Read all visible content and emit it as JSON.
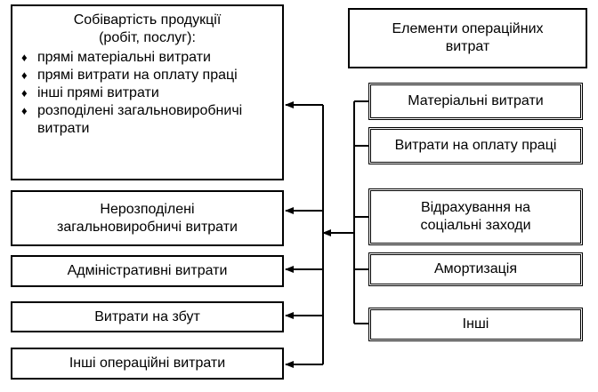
{
  "cost_box": {
    "title_line1": "Собівартість продукції",
    "title_line2": "(робіт, послуг):",
    "items": [
      "прямі матеріальні витрати",
      "прямі витрати на оплату праці",
      "інші прямі витрати",
      "розподілені загальновиробничі витрати"
    ]
  },
  "left_boxes": {
    "unallocated_line1": "Нерозподілені",
    "unallocated_line2": "загальновиробничі витрати",
    "admin": "Адміністративні витрати",
    "sales": "Витрати на збут",
    "other_operating": "Інші операційні витрати"
  },
  "right_boxes": {
    "header_line1": "Елементи операційних",
    "header_line2": "витрат",
    "material": "Матеріальні витрати",
    "labor": "Витрати на оплату праці",
    "social_line1": "Відрахування на",
    "social_line2": "соціальні заходи",
    "depreciation": "Амортизація",
    "other": "Інші"
  }
}
